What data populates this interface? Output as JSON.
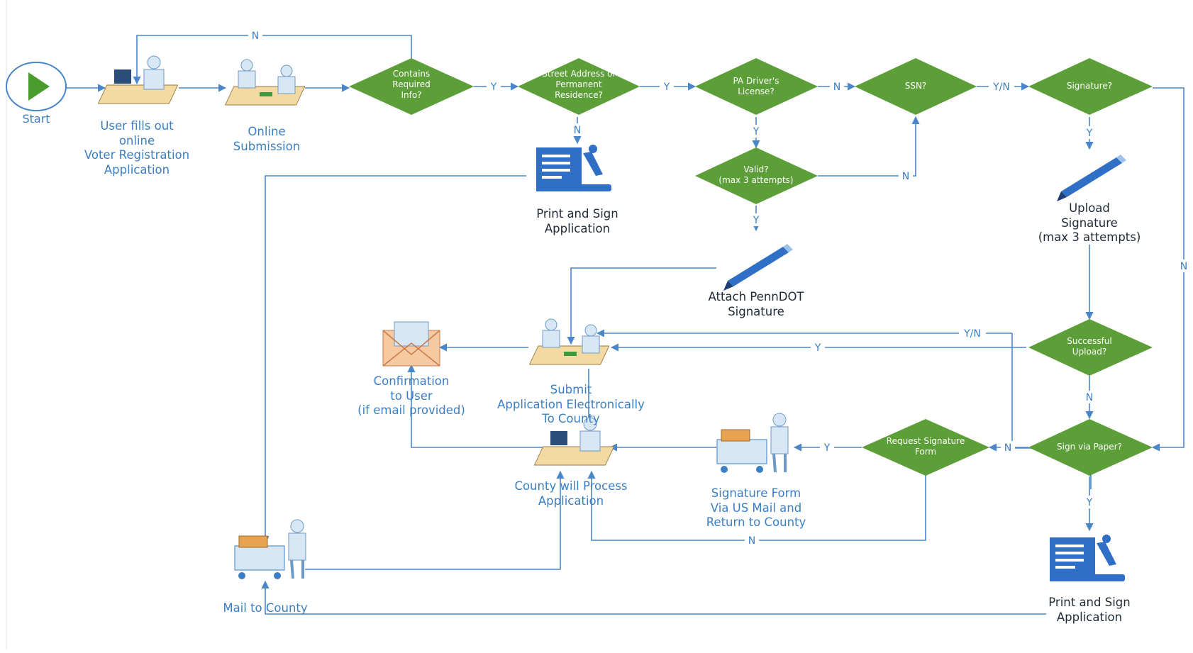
{
  "nodes": {
    "start": "Start",
    "user_fills": "User fills out\nonline\nVoter Registration\nApplication",
    "online_submission": "Online\nSubmission",
    "contains_required": "Contains\nRequired\nInfo?",
    "street_address": "Street Address of\nPermanent\nResidence?",
    "pa_license": "PA Driver's\nLicense?",
    "ssn": "SSN?",
    "signature": "Signature?",
    "valid": "Valid?\n(max 3 attempts)",
    "print_sign_1": "Print and Sign\nApplication",
    "upload_signature": "Upload\nSignature\n(max 3 attempts)",
    "attach_penndot": "Attach PennDOT\nSignature",
    "successful_upload": "Successful\nUpload?",
    "confirmation": "Confirmation\nto User\n(if email provided)",
    "submit_electronically": "Submit\nApplication Electronically\nTo County",
    "request_signature": "Request Signature\nForm",
    "sign_via_paper": "Sign via Paper?",
    "county_process": "County will Process\nApplication",
    "signature_form_mail": "Signature Form\nVia US Mail and\nReturn to County",
    "mail_to_county": "Mail to County",
    "print_sign_2": "Print and Sign\nApplication"
  },
  "edge_labels": {
    "n_top": "N",
    "y1": "Y",
    "y2": "Y",
    "n_ssn": "N",
    "yn_sig": "Y/N",
    "n_street": "N",
    "y_license": "Y",
    "y_sig": "Y",
    "n_valid": "N",
    "y_valid": "Y",
    "n_right": "N",
    "yn_upper": "Y/N",
    "y_success": "Y",
    "n_success": "N",
    "n_paper": "N",
    "y_request": "Y",
    "y_paper": "Y",
    "n_request": "N"
  },
  "colors": {
    "diamond": "#5c9e38",
    "edge": "#4a86c8",
    "label": "#3b7fc4"
  }
}
